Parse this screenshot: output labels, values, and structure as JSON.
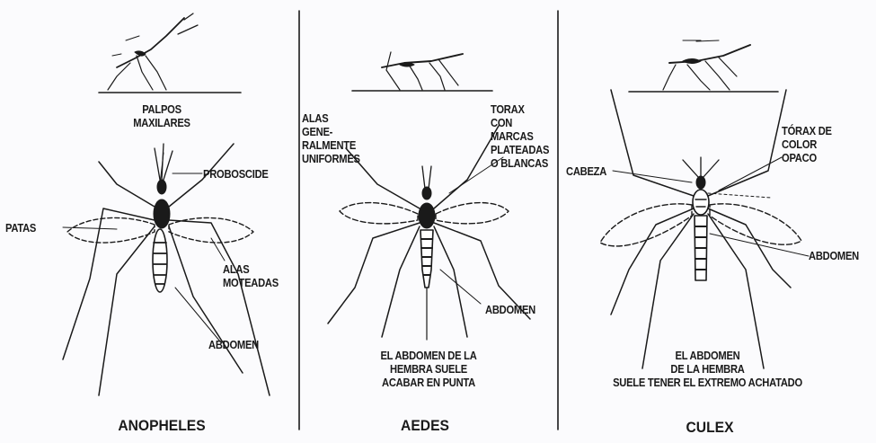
{
  "panels": [
    {
      "genus": "ANOPHELES",
      "labels": {
        "palps": [
          "PALPOS",
          "MAXILARES"
        ],
        "proboscis": "PROBOSCIDE",
        "legs": "PATAS",
        "wings": [
          "ALAS",
          "MOTEADAS"
        ],
        "abdomen": "ABDOMEN"
      }
    },
    {
      "genus": "AEDES",
      "labels": {
        "wings": [
          "ALAS",
          "GENE-",
          "RALMENTE",
          "UNIFORMES"
        ],
        "thorax": [
          "TORAX",
          "CON",
          "MARCAS",
          "PLATEADAS",
          "O BLANCAS"
        ],
        "abdomen": "ABDOMEN",
        "note": [
          "EL ABDOMEN DE LA",
          "HEMBRA SUELE",
          "ACABAR EN PUNTA"
        ]
      }
    },
    {
      "genus": "CULEX",
      "labels": {
        "head": "CABEZA",
        "thorax": [
          "TÓRAX DE",
          "COLOR",
          "OPACO"
        ],
        "abdomen": "ABDOMEN",
        "note": [
          "EL ABDOMEN",
          "DE LA HEMBRA",
          "SUELE TENER EL EXTREMO ACHATADO"
        ]
      }
    }
  ],
  "colors": {
    "ink": "#1a1a1a",
    "background": "#fbfbfd"
  }
}
